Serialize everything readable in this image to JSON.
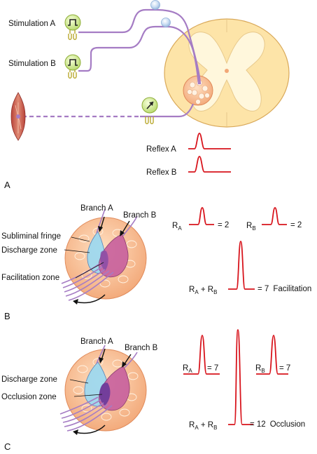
{
  "panel_a": {
    "letter": "A",
    "stim_a": "Stimulation A",
    "stim_b": "Stimulation B",
    "reflex_a": "Reflex A",
    "reflex_b": "Reflex B"
  },
  "panel_b": {
    "letter": "B",
    "branch_a": "Branch A",
    "branch_b": "Branch B",
    "subliminal": "Subliminal fringe",
    "discharge": "Discharge zone",
    "facilitation": "Facilitation zone",
    "ra_value": "= 2",
    "rb_value": "= 2",
    "sum_value": "= 7",
    "sum_note": "Facilitation"
  },
  "panel_c": {
    "letter": "C",
    "branch_a": "Branch A",
    "branch_b": "Branch B",
    "discharge": "Discharge zone",
    "occlusion": "Occlusion zone",
    "ra_value": "= 7",
    "rb_value": "= 7",
    "sum_value": "= 12",
    "sum_note": "Occlusion"
  },
  "symbols": {
    "r": "R",
    "a": "A",
    "b": "B",
    "plus": " + "
  },
  "colors": {
    "nerve": "#a57cc4",
    "trace": "#d8141c",
    "cord_fill": "#fde4a8",
    "gray_matter": "#fff7dc",
    "pool": "#f2a777",
    "discharge_zone": "#9fd9ef",
    "overlap_zone": "#c8609e"
  }
}
